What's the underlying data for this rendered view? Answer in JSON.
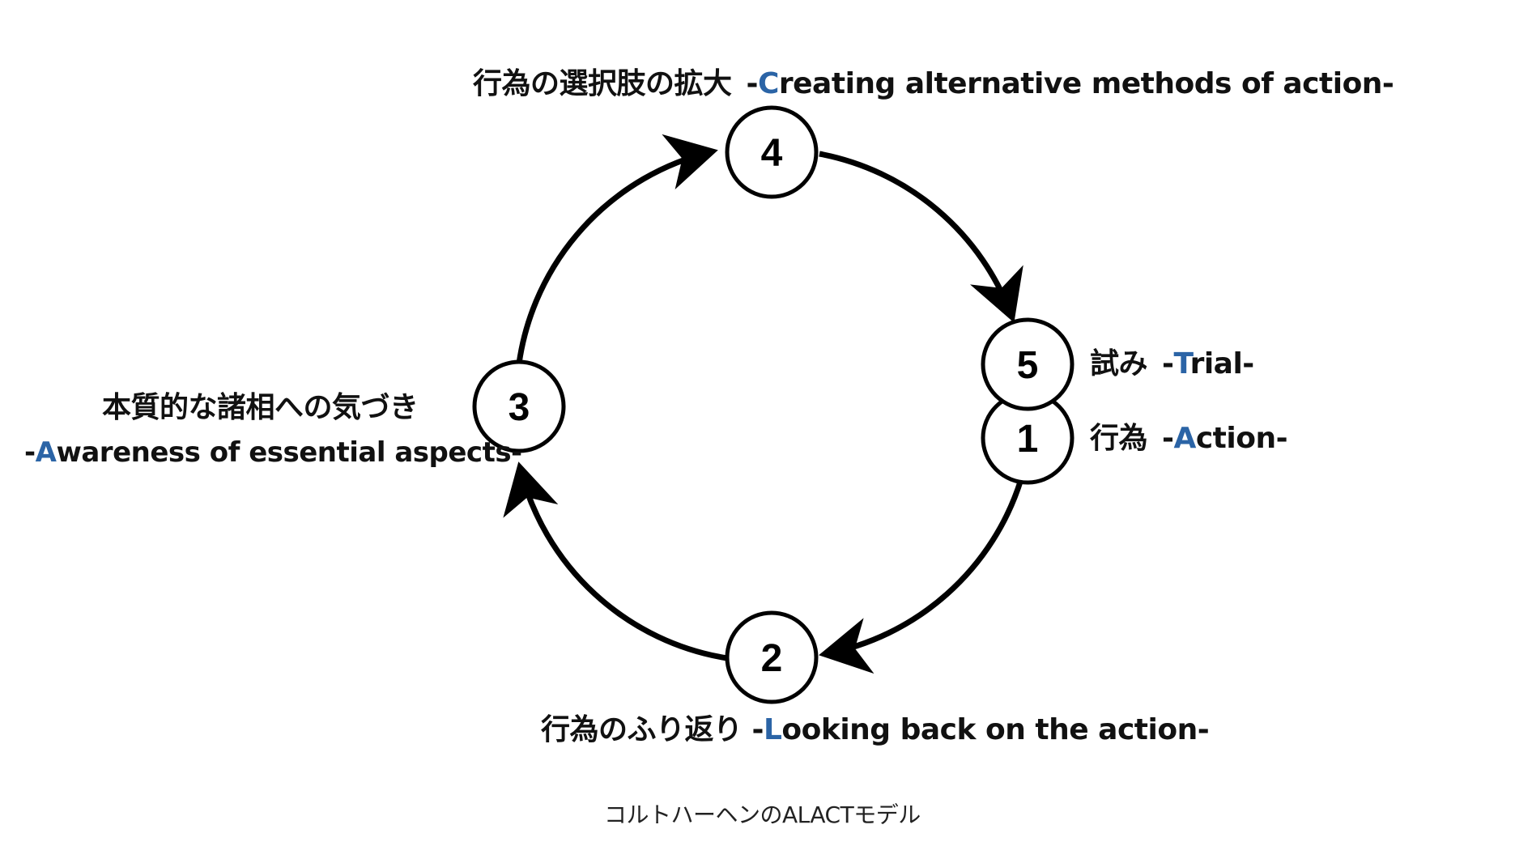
{
  "diagram": {
    "accent_color": "#2b64a6",
    "line_color": "#000000",
    "nodes": [
      {
        "id": "1",
        "number": "1",
        "label_ja": "行為",
        "label_en_dash": "-",
        "label_en_letter": "A",
        "label_en_rest": "ction-"
      },
      {
        "id": "2",
        "number": "2",
        "label_ja": "行為のふり返り",
        "label_en_dash": "-",
        "label_en_letter": "L",
        "label_en_rest": "ooking back on the action-"
      },
      {
        "id": "3",
        "number": "3",
        "label_ja": "本質的な諸相への気づき",
        "label_en_dash": "-",
        "label_en_letter": "A",
        "label_en_rest": "wareness of essential aspects-"
      },
      {
        "id": "4",
        "number": "4",
        "label_ja": "行為の選択肢の拡大",
        "label_en_dash": "-",
        "label_en_letter": "C",
        "label_en_rest": "reating alternative methods of action-"
      },
      {
        "id": "5",
        "number": "5",
        "label_ja": "試み",
        "label_en_dash": "-",
        "label_en_letter": "T",
        "label_en_rest": "rial-"
      }
    ],
    "caption": "コルトハーヘンのALACTモデル"
  }
}
